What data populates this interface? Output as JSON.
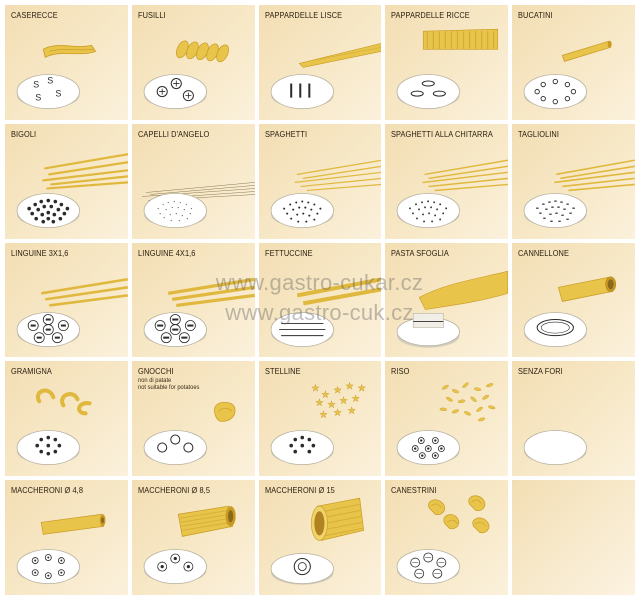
{
  "tiles": [
    {
      "label": "CASERECCE"
    },
    {
      "label": "FUSILLI"
    },
    {
      "label": "PAPPARDELLE  LISCE"
    },
    {
      "label": "PAPPARDELLE  RICCE"
    },
    {
      "label": "BUCATINI"
    },
    {
      "label": "BIGOLI"
    },
    {
      "label": "CAPELLI D'ANGELO"
    },
    {
      "label": "SPAGHETTI"
    },
    {
      "label": "SPAGHETTI ALLA CHITARRA"
    },
    {
      "label": "TAGLIOLINI"
    },
    {
      "label": "LINGUINE 3x1,6"
    },
    {
      "label": "LINGUINE 4x1,6"
    },
    {
      "label": "FETTUCCINE"
    },
    {
      "label": "PASTA SFOGLIA"
    },
    {
      "label": "CANNELLONE"
    },
    {
      "label": "GRAMIGNA"
    },
    {
      "label": "GNOCCHI",
      "note1": "non di patate",
      "note2": "not suitable for potatoes"
    },
    {
      "label": "STELLINE"
    },
    {
      "label": "RISO"
    },
    {
      "label": "SENZA FORI"
    },
    {
      "label": "MACCHERONI Ø 4,8"
    },
    {
      "label": "MACCHERONI Ø 8,5"
    },
    {
      "label": "MACCHERONI Ø 15"
    },
    {
      "label": "CANESTRINI"
    }
  ],
  "watermark": {
    "line1": "www.gastro-cukar.cz",
    "line2": "www.gastro-cuk.cz"
  },
  "colors": {
    "pasta": "#e8c44a",
    "pasta_dark": "#c99a22",
    "die": "#ffffff",
    "die_edge": "#b9b2a2",
    "hole": "#2b2b2b"
  }
}
